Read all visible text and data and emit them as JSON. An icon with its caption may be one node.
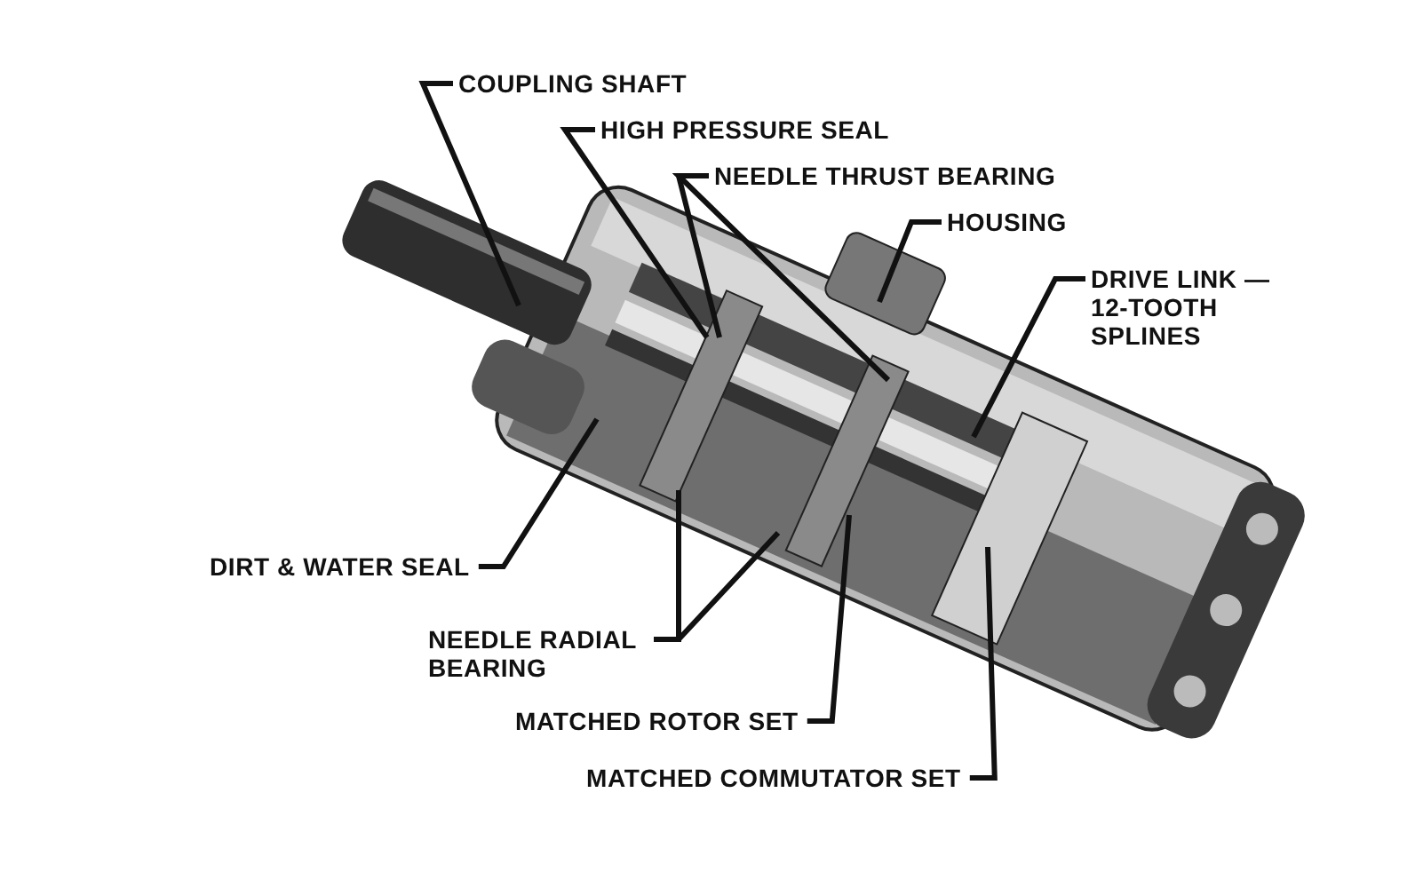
{
  "diagram": {
    "nodes": [
      {
        "text": [
          "COUPLING SHAFT"
        ]
      },
      {
        "text": [
          "HIGH PRESSURE SEAL"
        ]
      },
      {
        "text": [
          "NEEDLE THRUST BEARING"
        ]
      },
      {
        "text": [
          "HOUSING"
        ]
      },
      {
        "text": [
          "DRIVE LINK — 12-TOOTH SPLINES"
        ]
      },
      {
        "text": [
          "DIRT & WATER SEAL"
        ]
      },
      {
        "text": [
          "NEEDLE RADIAL BEARING"
        ]
      },
      {
        "text": [
          "MATCHED ROTOR SET"
        ]
      },
      {
        "text": [
          "MATCHED COMMUTATOR SET"
        ]
      }
    ],
    "edges": [
      {
        "from": 0,
        "to": null,
        "arrow": "none"
      },
      {
        "from": 1,
        "to": null,
        "arrow": "none"
      },
      {
        "from": 2,
        "to": null,
        "arrow": "none"
      },
      {
        "from": 2,
        "to": null,
        "arrow": "none"
      },
      {
        "from": 3,
        "to": null,
        "arrow": "none"
      },
      {
        "from": 4,
        "to": null,
        "arrow": "none"
      },
      {
        "from": 5,
        "to": null,
        "arrow": "none"
      },
      {
        "from": 6,
        "to": null,
        "arrow": "none"
      },
      {
        "from": 6,
        "to": null,
        "arrow": "none"
      },
      {
        "from": 7,
        "to": null,
        "arrow": "none"
      },
      {
        "from": 8,
        "to": null,
        "arrow": "none"
      }
    ]
  }
}
